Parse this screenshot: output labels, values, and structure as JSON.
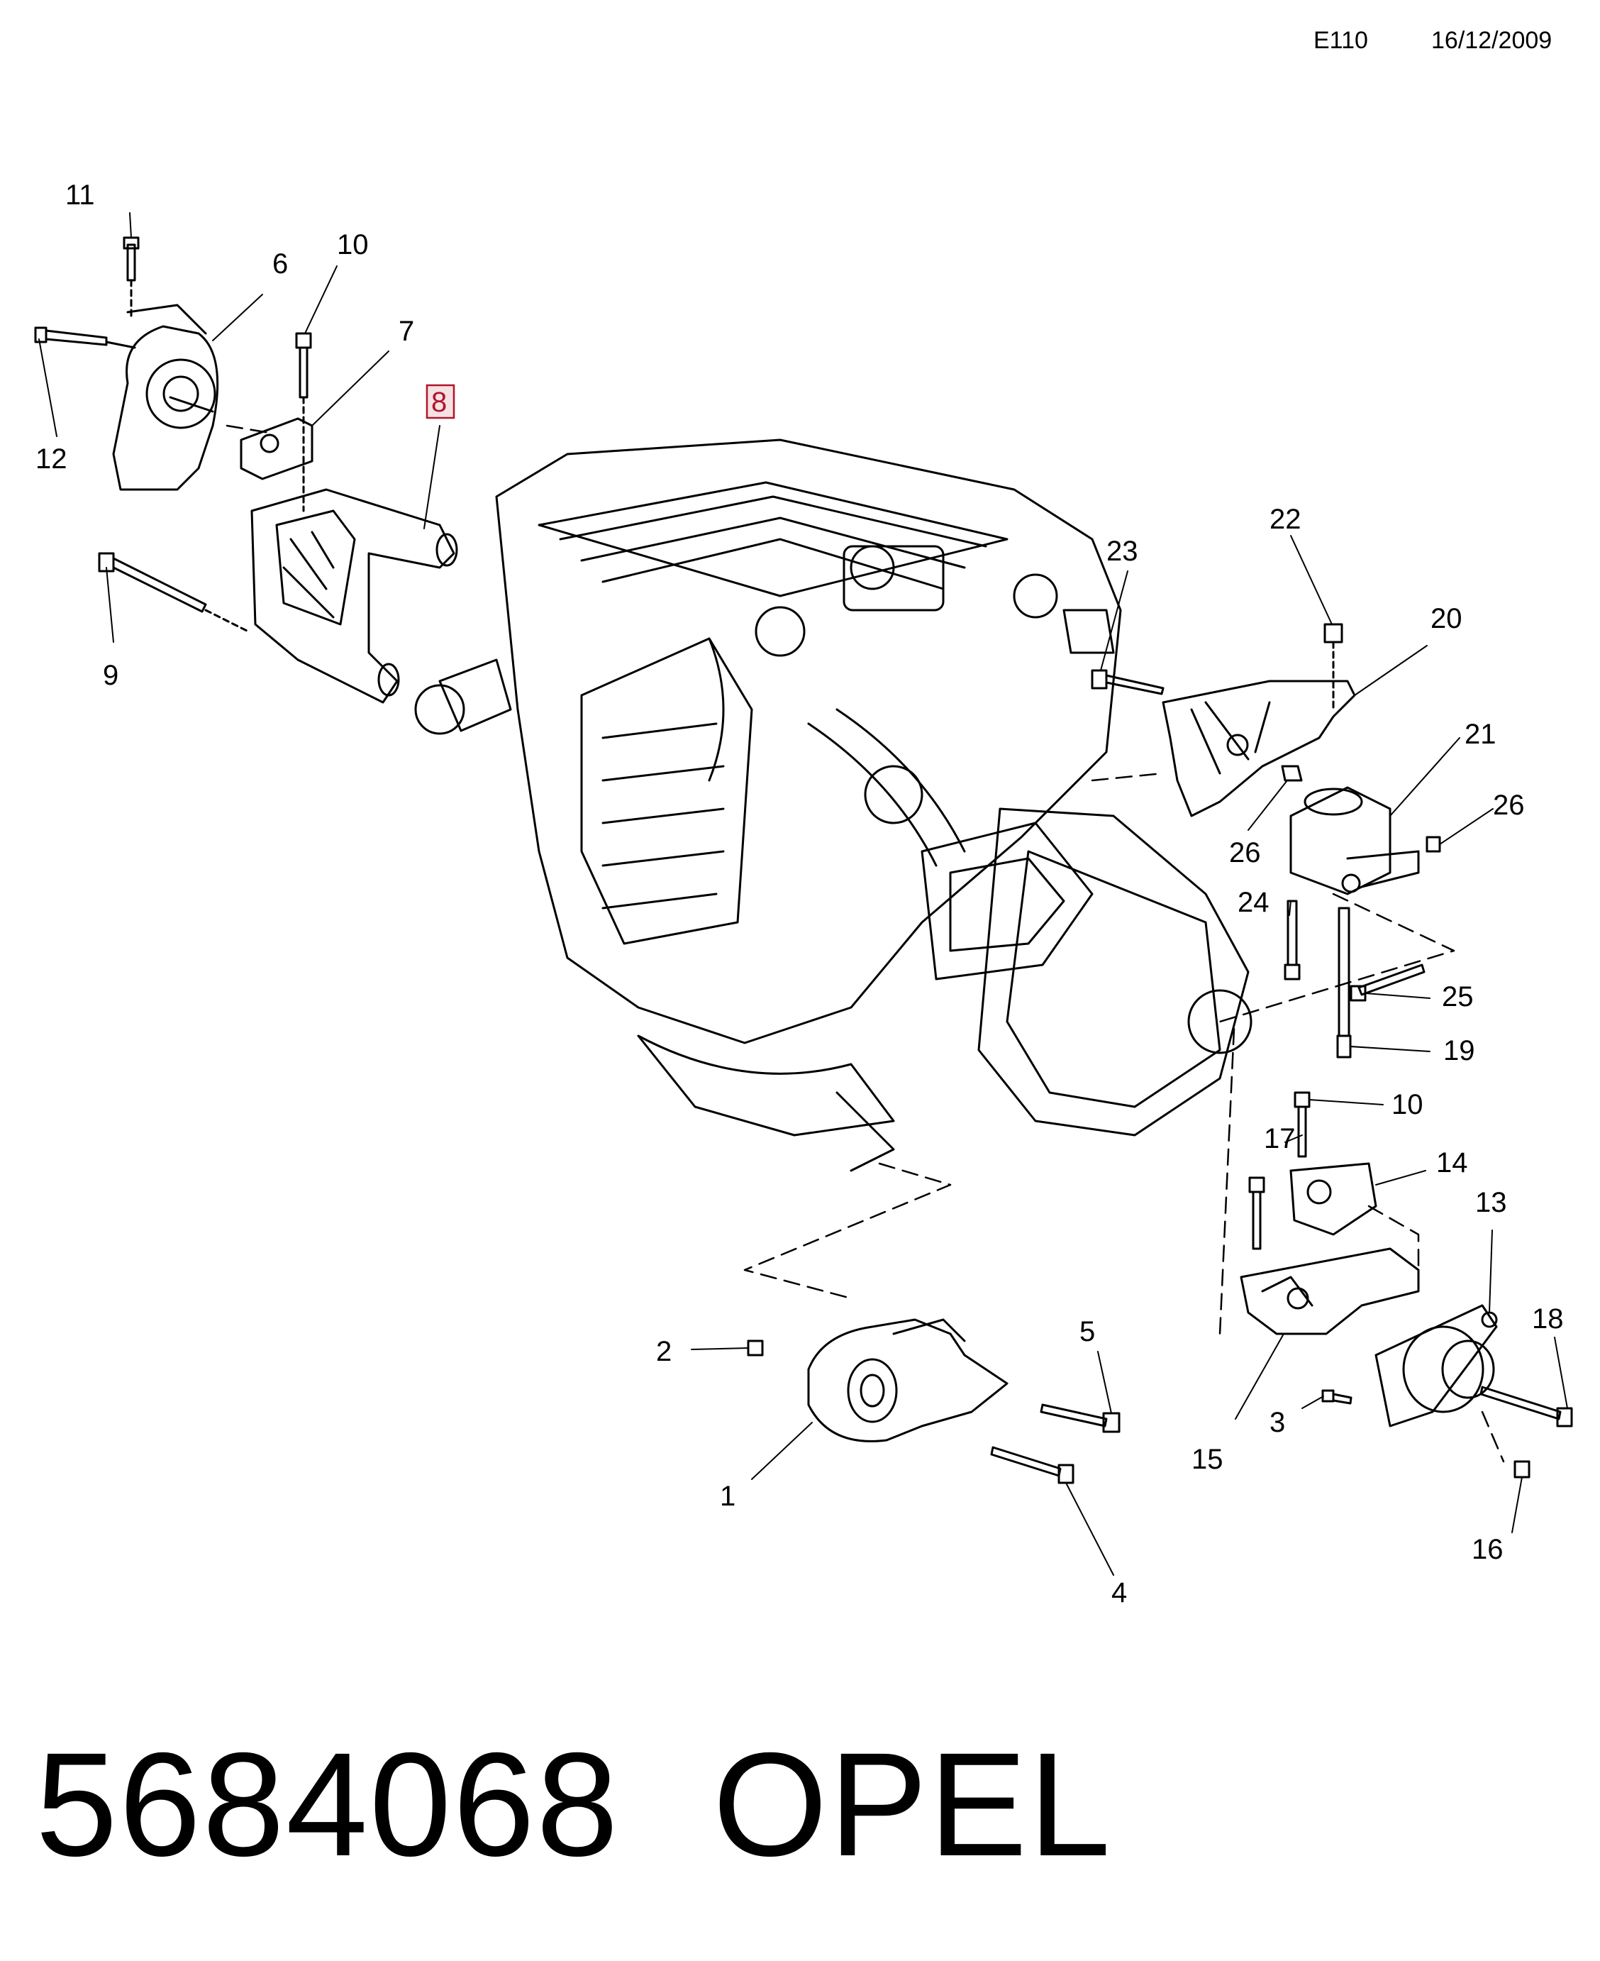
{
  "header": {
    "code": "E110",
    "date": "16/12/2009"
  },
  "callouts": [
    {
      "id": "c11a",
      "label": "11"
    },
    {
      "id": "c6",
      "label": "6"
    },
    {
      "id": "c10a",
      "label": "10"
    },
    {
      "id": "c7",
      "label": "7"
    },
    {
      "id": "c8",
      "label": "8",
      "highlight": true
    },
    {
      "id": "c12",
      "label": "12"
    },
    {
      "id": "c9",
      "label": "9"
    },
    {
      "id": "c23",
      "label": "23"
    },
    {
      "id": "c22",
      "label": "22"
    },
    {
      "id": "c20",
      "label": "20"
    },
    {
      "id": "c21",
      "label": "21"
    },
    {
      "id": "c26a",
      "label": "26"
    },
    {
      "id": "c26b",
      "label": "26"
    },
    {
      "id": "c24",
      "label": "24"
    },
    {
      "id": "c25",
      "label": "25"
    },
    {
      "id": "c19",
      "label": "19"
    },
    {
      "id": "c10b",
      "label": "10"
    },
    {
      "id": "c17",
      "label": "17"
    },
    {
      "id": "c14",
      "label": "14"
    },
    {
      "id": "c13",
      "label": "13"
    },
    {
      "id": "c18",
      "label": "18"
    },
    {
      "id": "c5",
      "label": "5"
    },
    {
      "id": "c2",
      "label": "2"
    },
    {
      "id": "c3",
      "label": "3"
    },
    {
      "id": "c15",
      "label": "15"
    },
    {
      "id": "c1",
      "label": "1"
    },
    {
      "id": "c16",
      "label": "16"
    },
    {
      "id": "c4",
      "label": "4"
    }
  ],
  "footer": {
    "part_number": "5684068",
    "brand": "OPEL"
  },
  "colors": {
    "ink": "#000000",
    "highlight_box": "#b0152a",
    "highlight_fill": "#f6e1e4"
  }
}
